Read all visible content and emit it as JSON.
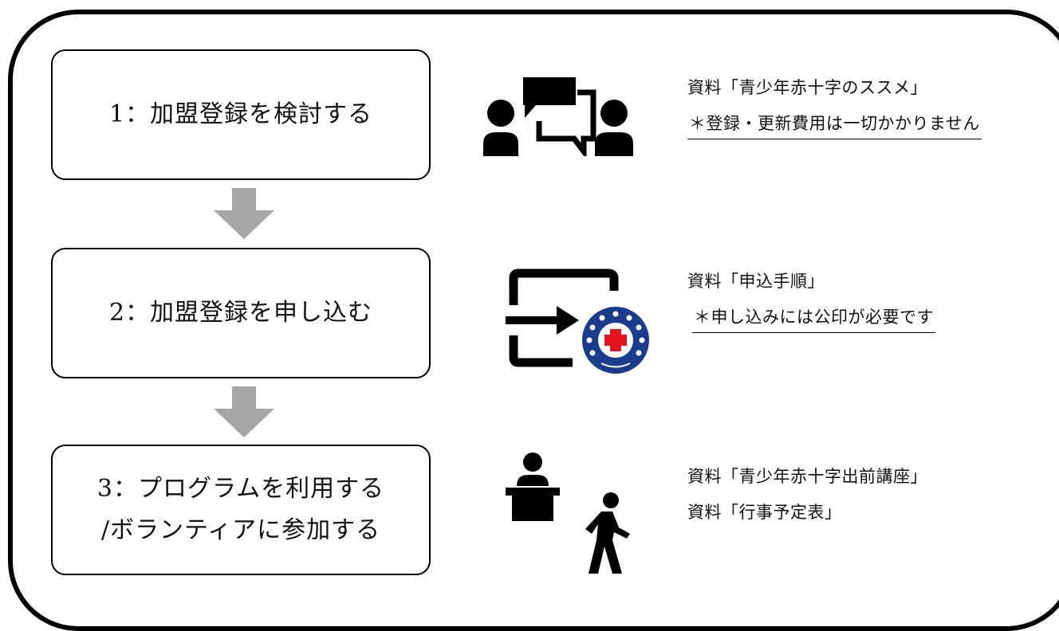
{
  "steps": [
    {
      "line1": "1：加盟登録を検討する",
      "line2": ""
    },
    {
      "line1": "2：加盟登録を申し込む",
      "line2": ""
    },
    {
      "line1": "3：プログラムを利用する",
      "line2": "/ボランティアに参加する"
    }
  ],
  "notes": [
    {
      "doc": "資料「青少年赤十字のススメ」",
      "remark": "＊登録・更新費用は一切かかりません"
    },
    {
      "doc": "資料「申込手順」",
      "remark": "＊申し込みには公印が必要です"
    },
    {
      "doc": "資料「青少年赤十字出前講座」",
      "doc2": "資料「行事予定表」"
    }
  ],
  "icons": {
    "step1": "discussion-icon",
    "step2": "enter-registration-icon",
    "step3": "lecture-attend-icon"
  },
  "colors": {
    "arrow": "#a6a6a6",
    "badge_blue": "#1a3c8c",
    "cross_red": "#e1141e"
  }
}
